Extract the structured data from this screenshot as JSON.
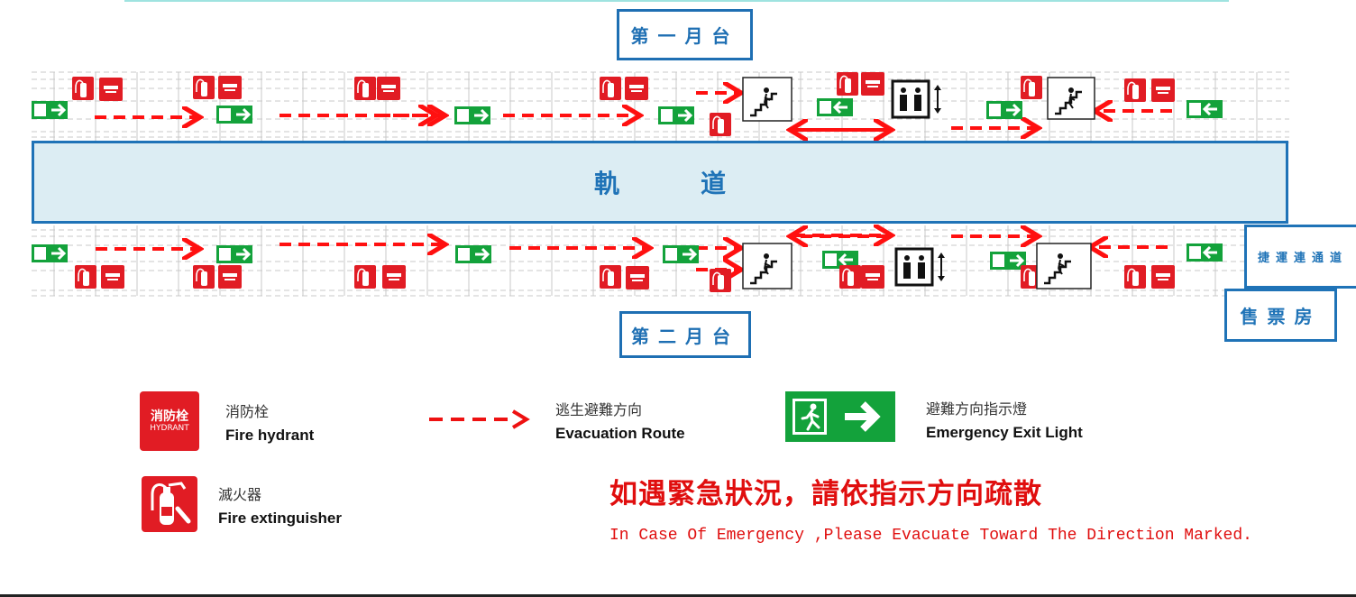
{
  "platforms": {
    "platform1": "第一月台",
    "platform2": "第二月台",
    "track": "軌道",
    "mrt_passage": "捷運連通道",
    "ticket_office": "售票房"
  },
  "legend": {
    "hydrant": {
      "icon": "fire-hydrant-icon",
      "icon_zh": "消防栓",
      "icon_en": "HYDRANT",
      "zh": "消防栓",
      "en": "Fire hydrant"
    },
    "route": {
      "icon": "dashed-arrow-icon",
      "zh": "逃生避難方向",
      "en": "Evacuation Route"
    },
    "exit_light": {
      "icon": "emergency-exit-sign-icon",
      "zh": "避難方向指示燈",
      "en": "Emergency Exit Light"
    },
    "extinguisher": {
      "icon": "fire-extinguisher-icon",
      "zh": "滅火器",
      "en": "Fire extinguisher"
    }
  },
  "warning": {
    "zh": "如遇緊急狀況，請依指示方向疏散",
    "en": "In Case Of Emergency ,Please Evacuate Toward The Direction Marked."
  },
  "colors": {
    "blue": "#1f73b7",
    "red": "#e11c24",
    "green": "#13a23b",
    "track_fill": "#dcedf3"
  }
}
